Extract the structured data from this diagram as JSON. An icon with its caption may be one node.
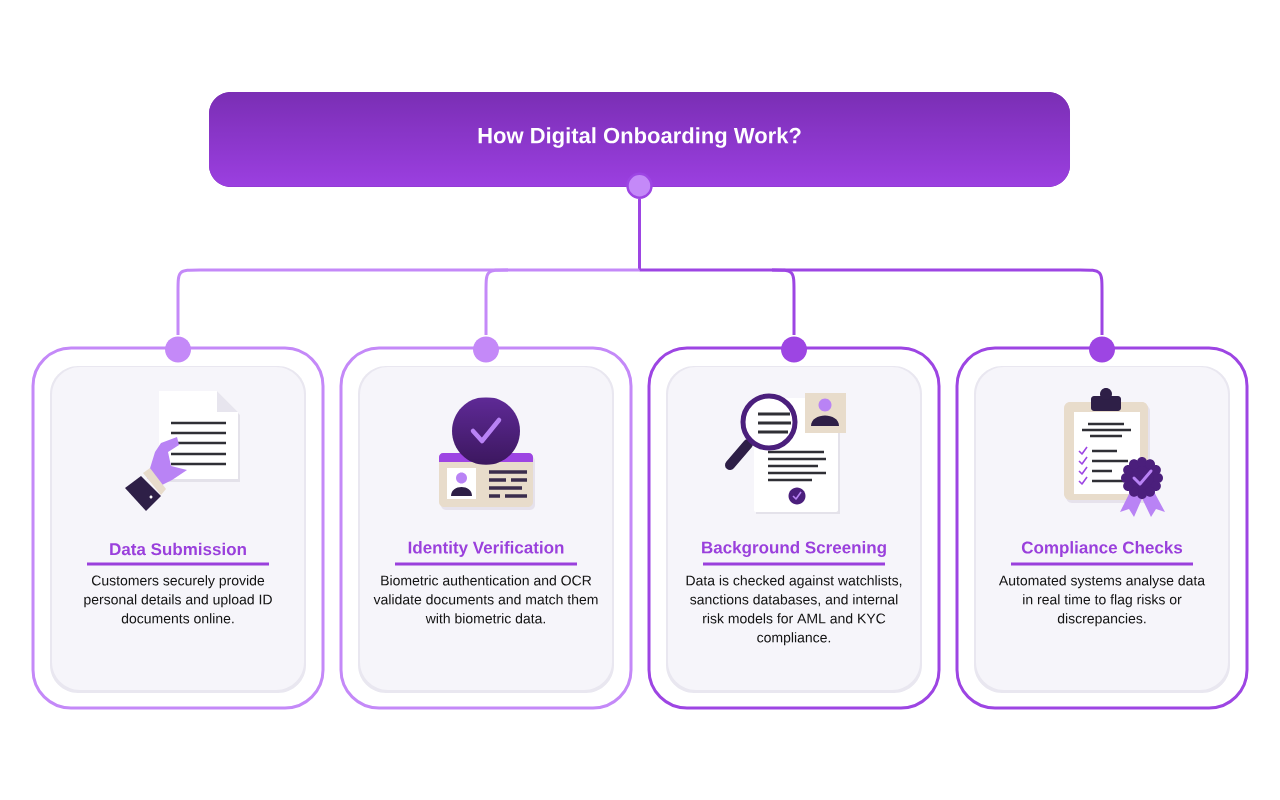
{
  "diagram": {
    "nodes": [
      {
        "text": [
          "How Digital Onboarding Work?"
        ]
      },
      {
        "text": [
          "Data Submission",
          "Customers securely provide personal details and upload ID documents online."
        ]
      },
      {
        "text": [
          "Identity Verification",
          "Biometric authentication and OCR validate documents and match them with biometric data."
        ]
      },
      {
        "text": [
          "Background Screening",
          "Data is checked against watchlists, sanctions databases, and internal risk models for AML and KYC compliance."
        ]
      },
      {
        "text": [
          "Compliance Checks",
          "Automated systems analyse data in real time to flag risks or discrepancies."
        ]
      }
    ],
    "edges": [
      {
        "from": 0,
        "to": 1,
        "arrow": "other",
        "color": "#c489f8"
      },
      {
        "from": 0,
        "to": 2,
        "arrow": "other",
        "color": "#c489f8"
      },
      {
        "from": 0,
        "to": 3,
        "arrow": "other",
        "color": "#9d45e3"
      },
      {
        "from": 0,
        "to": 4,
        "arrow": "other",
        "color": "#9d45e3"
      }
    ]
  }
}
